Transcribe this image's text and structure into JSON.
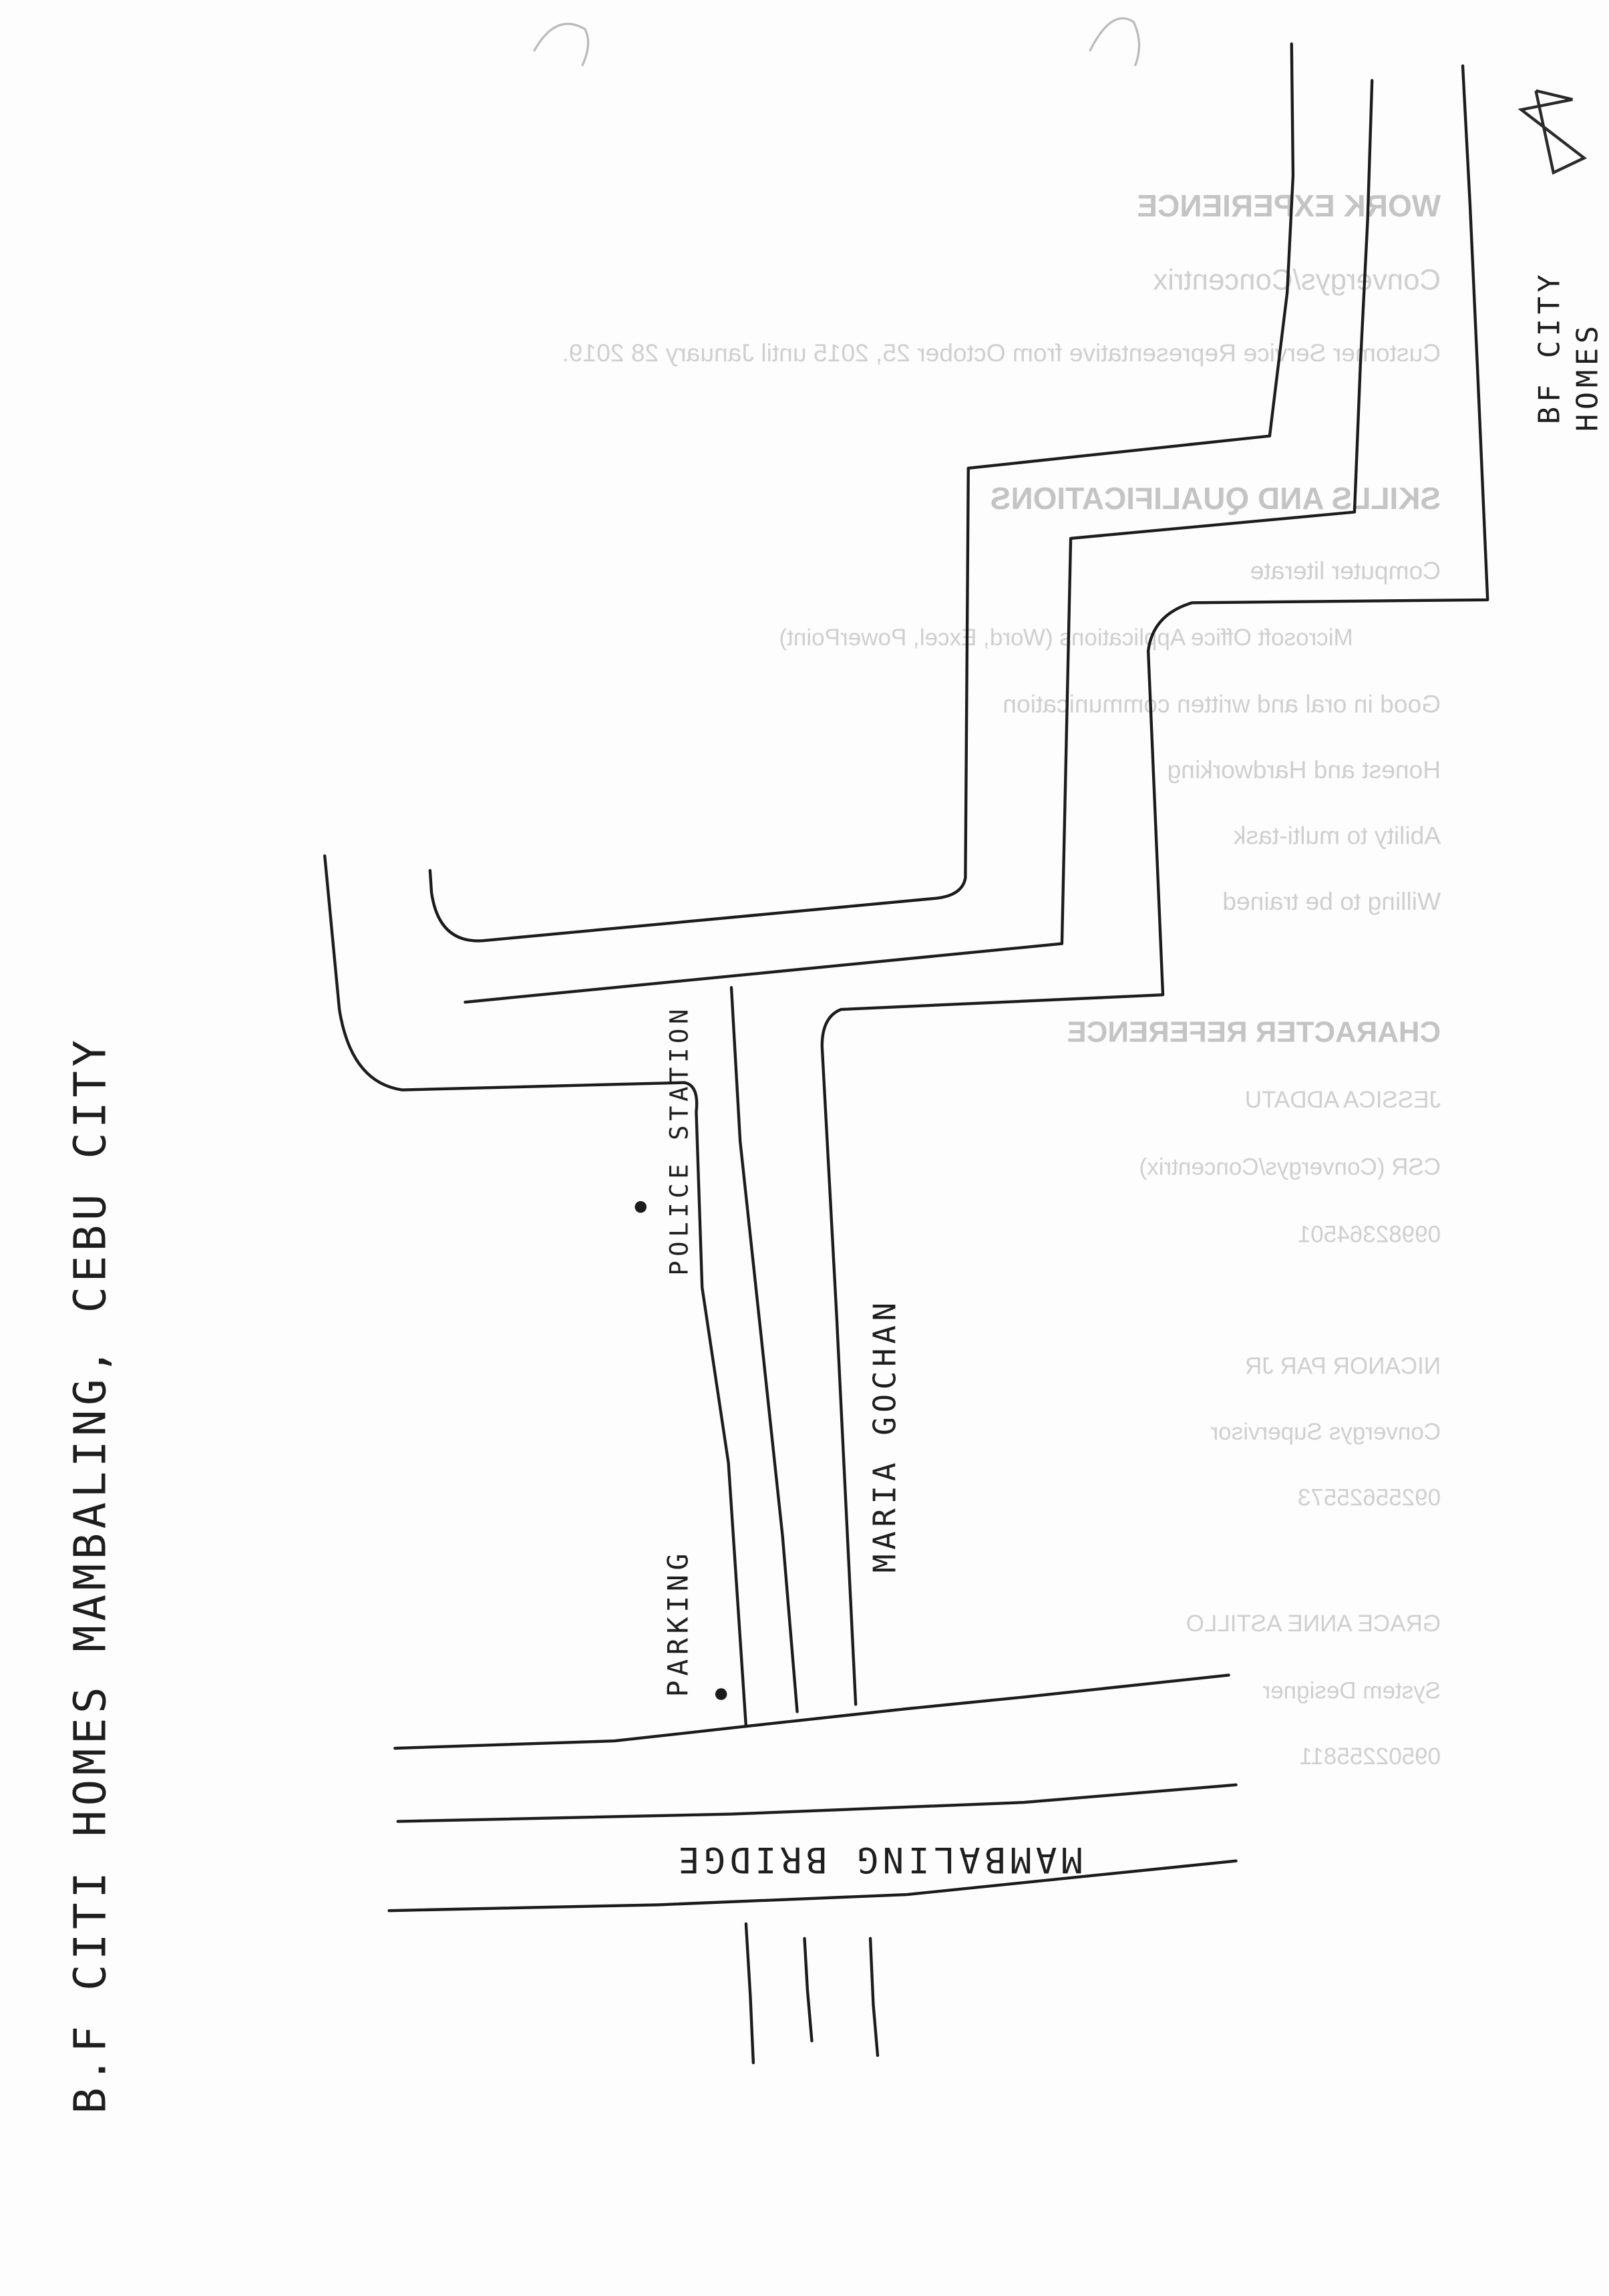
{
  "map": {
    "address_label": "B.F CITI HOMES MAMBALING, CEBU CITY",
    "destination_label": "BF CITY",
    "destination_label_2": "HOMES",
    "police_label": "POLICE STATION",
    "parking_label": "PARKING",
    "street_label": "MARIA GOCHAN",
    "bridge_label": "MAMBALING BRIDGE",
    "destination_icon": "star-icon",
    "ink_color": "#1c1c1c"
  },
  "bleed_through": {
    "lines": [
      "WORK EXPERIENCE",
      "Convergys/Concentrix",
      "Customer Service Representative from October 25, 2015 until January 28 2019.",
      "SKILLS AND QUALIFICATIONS",
      "Computer literate",
      "Microsoft Office Applications (Word, Excel, PowerPoint)",
      "Good in oral and written communication",
      "Honest and Hardworking",
      "Ability to multi-task",
      "Willing to be trained",
      "CHARACTER REFERENCE",
      "JESSICA ADDATU",
      "CSR (Convergys/Concentrix)",
      "09982364501",
      "NICANOR PAR JR",
      "Convergys Supervisor",
      "09255625573",
      "GRACE ANNE ASTILLO",
      "System Designer",
      "09502255811"
    ]
  }
}
